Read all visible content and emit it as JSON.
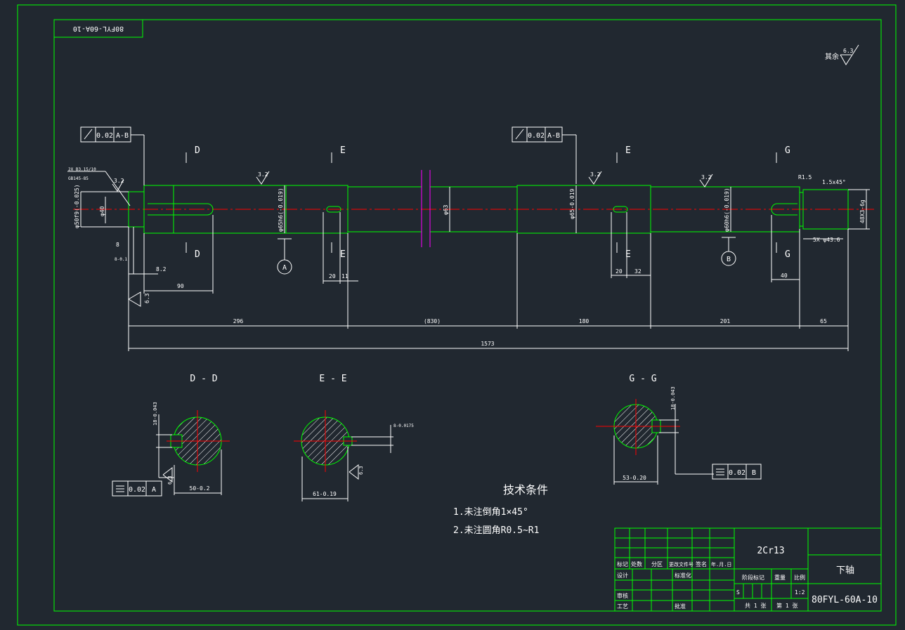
{
  "drawing": {
    "mirrored_code": "80FYL-60A-10",
    "roughness_note": "其余",
    "roughness_general": "6.3",
    "roughness_local": "3.2"
  },
  "section_marks": {
    "D": "D",
    "E": "E",
    "G": "G"
  },
  "datums": {
    "A": "A",
    "B": "B"
  },
  "tolerance_frames": {
    "left_runout": {
      "tolerance": "0.02",
      "datum": "A-B"
    },
    "mid_runout": {
      "tolerance": "0.02",
      "datum": "A-B"
    },
    "dd_symmetry": {
      "tolerance": "0.02",
      "datum": "A"
    },
    "gg_symmetry": {
      "tolerance": "0.02",
      "datum": "B"
    }
  },
  "shaft_dims": {
    "d_end": "φ50f9(-0.025)",
    "d_keyway_end": "φ40",
    "d_bearing1": "φ65h6(-0.019)",
    "d_mid": "φ63",
    "d_bearing2": "φ65-0.019",
    "d_right": "φ60h6(-0.019)",
    "thread": "48X3-6g",
    "chamfer": "1.5x45°",
    "fillet": "R1.5",
    "undercut": "5X φ43.6",
    "center_hole": "2X B3.15/10",
    "center_hole_std": "GB145-85"
  },
  "dims": {
    "d8": "8",
    "d8_01": "8-0.1",
    "d82": "8.2",
    "d90": "90",
    "d63": "6.3",
    "d20a": "20",
    "d11": "11",
    "d20b": "20",
    "d32": "32",
    "d40": "40",
    "seg296": "296",
    "seg830": "(830)",
    "seg180": "180",
    "seg201": "201",
    "seg65": "65",
    "total": "1573"
  },
  "sections": {
    "dd_title": "D - D",
    "ee_title": "E - E",
    "gg_title": "G - G",
    "dd_width": "50-0.2",
    "dd_key": "18-0.043",
    "ee_width": "61-0.19",
    "ee_key": "8-0.0175",
    "ee_rough": "6.3",
    "dd_rough": "6.3",
    "gg_width": "53-0.20",
    "gg_key": "18-0.043"
  },
  "tech_notes": {
    "title": "技术条件",
    "line1": "1.未注倒角1×45°",
    "line2": "2.未注圆角R0.5~R1"
  },
  "title_block": {
    "material": "2Cr13",
    "part_name": "下轴",
    "drawing_no": "80FYL-60A-10",
    "h_mark": "标记",
    "h_count": "处数",
    "h_zone": "分区",
    "h_docno": "更改文件号",
    "h_sign": "签名",
    "h_date": "年.月.日",
    "h_design": "设计",
    "h_std": "标准化",
    "h_review": "审核",
    "h_process": "工艺",
    "h_approve": "批准",
    "h_stage": "阶段标记",
    "h_weight": "重量",
    "h_scale": "比例",
    "stage_val": "S",
    "scale_val": "1:2",
    "sheets_total": "共 1 张",
    "sheet_no": "第 1 张"
  },
  "colors": {
    "background": "#212830",
    "outline": "#00ff00",
    "dimension": "#ffffff",
    "centerline": "#ff0000",
    "hatch": "#ffffff",
    "section_plane": "#ff00ff"
  }
}
